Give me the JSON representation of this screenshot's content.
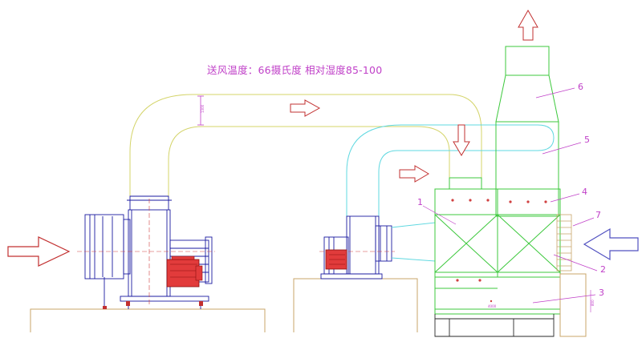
{
  "caption": "送风温度：66摄氏度 相对湿度85-100",
  "labels": {
    "n1": "1",
    "n2": "2",
    "n3": "3",
    "n4": "4",
    "n5": "5",
    "n6": "6",
    "n7": "7"
  },
  "dims": {
    "duct_height": "1300",
    "tank_width": "4000",
    "side_height": "800"
  },
  "colors": {
    "duct_yellow": "#d4d46a",
    "duct_cyan": "#5fd8e0",
    "tower_green": "#3cc83c",
    "machine_blue": "#1a1aa0",
    "motor_red": "#e23b3b",
    "arrow_red": "#c23030",
    "arrow_blue": "#5050c0",
    "platform": "#c9a56a",
    "label_magenta": "#c040c8"
  }
}
